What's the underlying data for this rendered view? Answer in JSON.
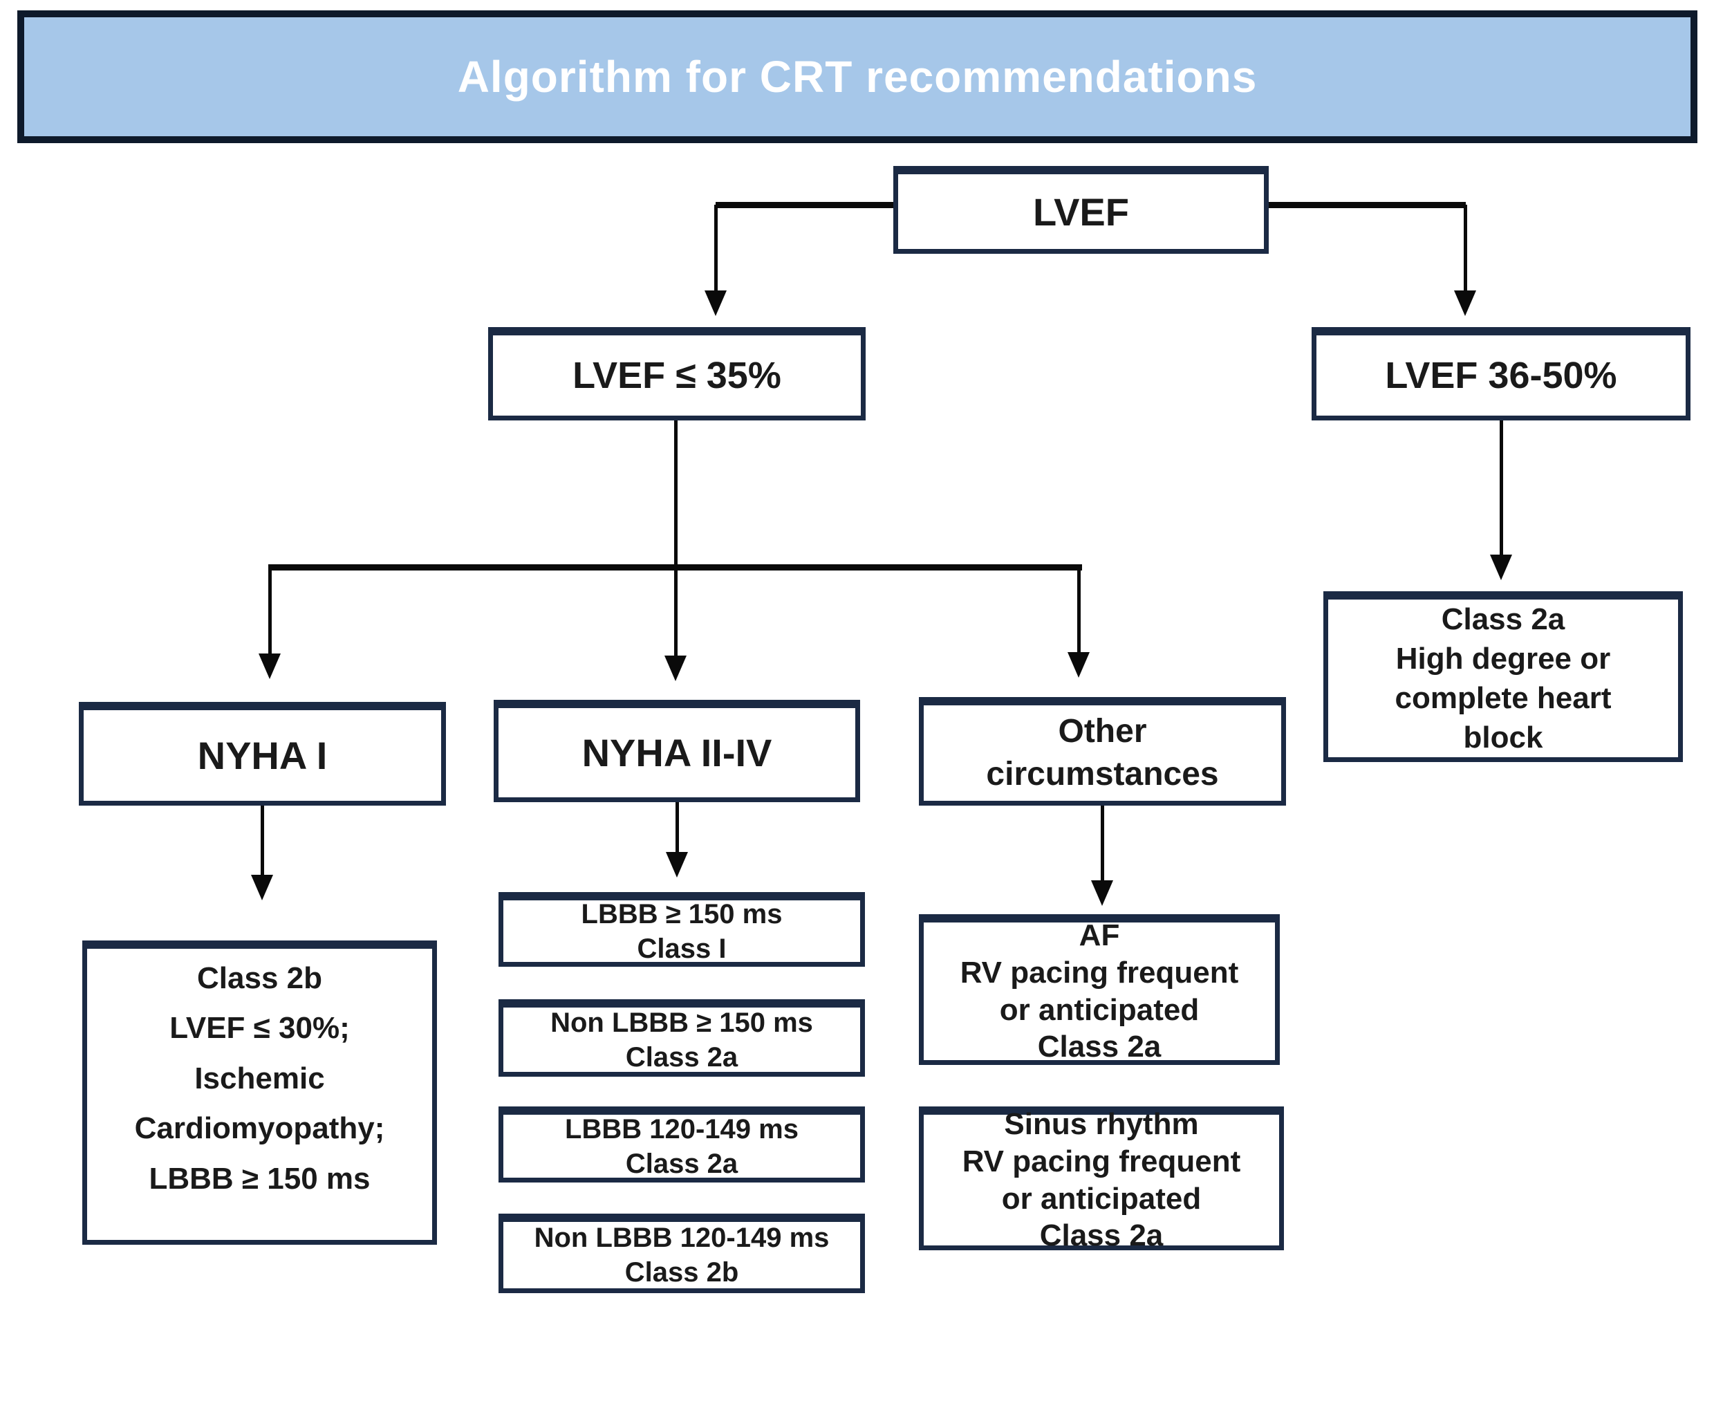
{
  "title": "Algorithm for CRT recommendations",
  "colors": {
    "header_fill": "#A6C7E9",
    "header_border": "#0E1A2B",
    "box_border": "#1B2A44",
    "box_fill": "#FFFFFF",
    "line": "#0A0A0A",
    "title_text": "#FFFFFF",
    "box_text": "#1A1A1A"
  },
  "nodes": {
    "lvef": {
      "lines": [
        "LVEF"
      ]
    },
    "lvef_le_35": {
      "lines": [
        "LVEF ≤ 35%"
      ]
    },
    "lvef_36_50": {
      "lines": [
        "LVEF 36-50%"
      ]
    },
    "nyha_i": {
      "lines": [
        "NYHA I"
      ]
    },
    "nyha_ii_iv": {
      "lines": [
        "NYHA II-IV"
      ]
    },
    "other_circumstances": {
      "lines": [
        "Other",
        "circumstances"
      ]
    },
    "high_degree_block": {
      "lines": [
        "Class 2a",
        "High degree or",
        "complete heart",
        "block"
      ]
    },
    "class_2b_detail": {
      "lines": [
        "Class 2b",
        "LVEF ≤ 30%;",
        "Ischemic",
        "Cardiomyopathy;",
        "LBBB ≥ 150 ms"
      ]
    },
    "lbbb_ge_150": {
      "lines": [
        "LBBB ≥ 150 ms",
        "Class I"
      ]
    },
    "non_lbbb_ge_150": {
      "lines": [
        "Non LBBB ≥ 150 ms",
        "Class 2a"
      ]
    },
    "lbbb_120_149": {
      "lines": [
        "LBBB 120-149 ms",
        "Class 2a"
      ]
    },
    "non_lbbb_120_149": {
      "lines": [
        "Non LBBB 120-149 ms",
        "Class 2b"
      ]
    },
    "af": {
      "lines": [
        "AF",
        "RV pacing frequent",
        "or anticipated",
        "Class 2a"
      ]
    },
    "sinus_rhythm": {
      "lines": [
        "Sinus rhythm",
        "RV pacing frequent",
        "or anticipated",
        "Class 2a"
      ]
    }
  }
}
